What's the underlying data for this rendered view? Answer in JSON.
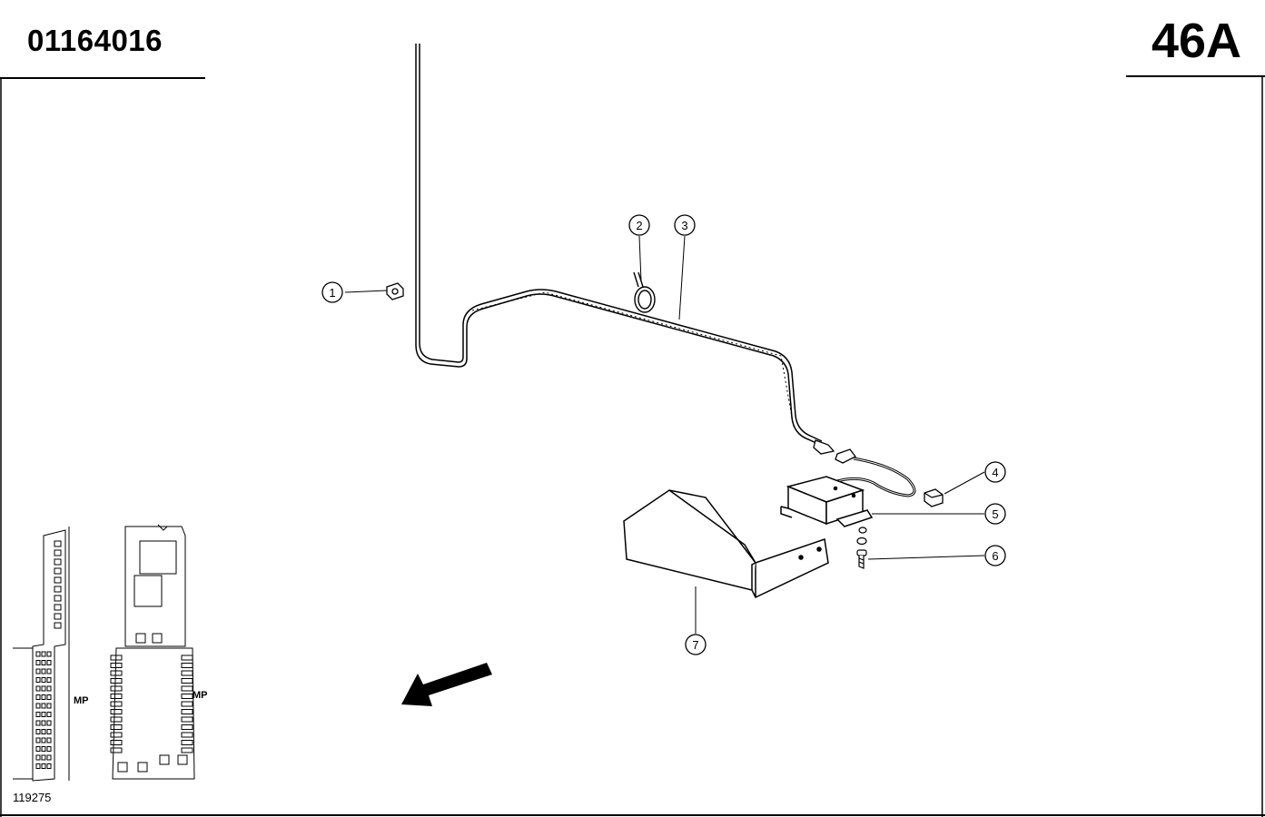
{
  "header": {
    "part_number": "01164016",
    "page_code": "46A"
  },
  "footer": {
    "drawing_number": "119275"
  },
  "overview": {
    "mp_left": "MP",
    "mp_right": "MP"
  },
  "callouts": [
    {
      "label": "1"
    },
    {
      "label": "2"
    },
    {
      "label": "3"
    },
    {
      "label": "4"
    },
    {
      "label": "5"
    },
    {
      "label": "6"
    },
    {
      "label": "7"
    }
  ]
}
